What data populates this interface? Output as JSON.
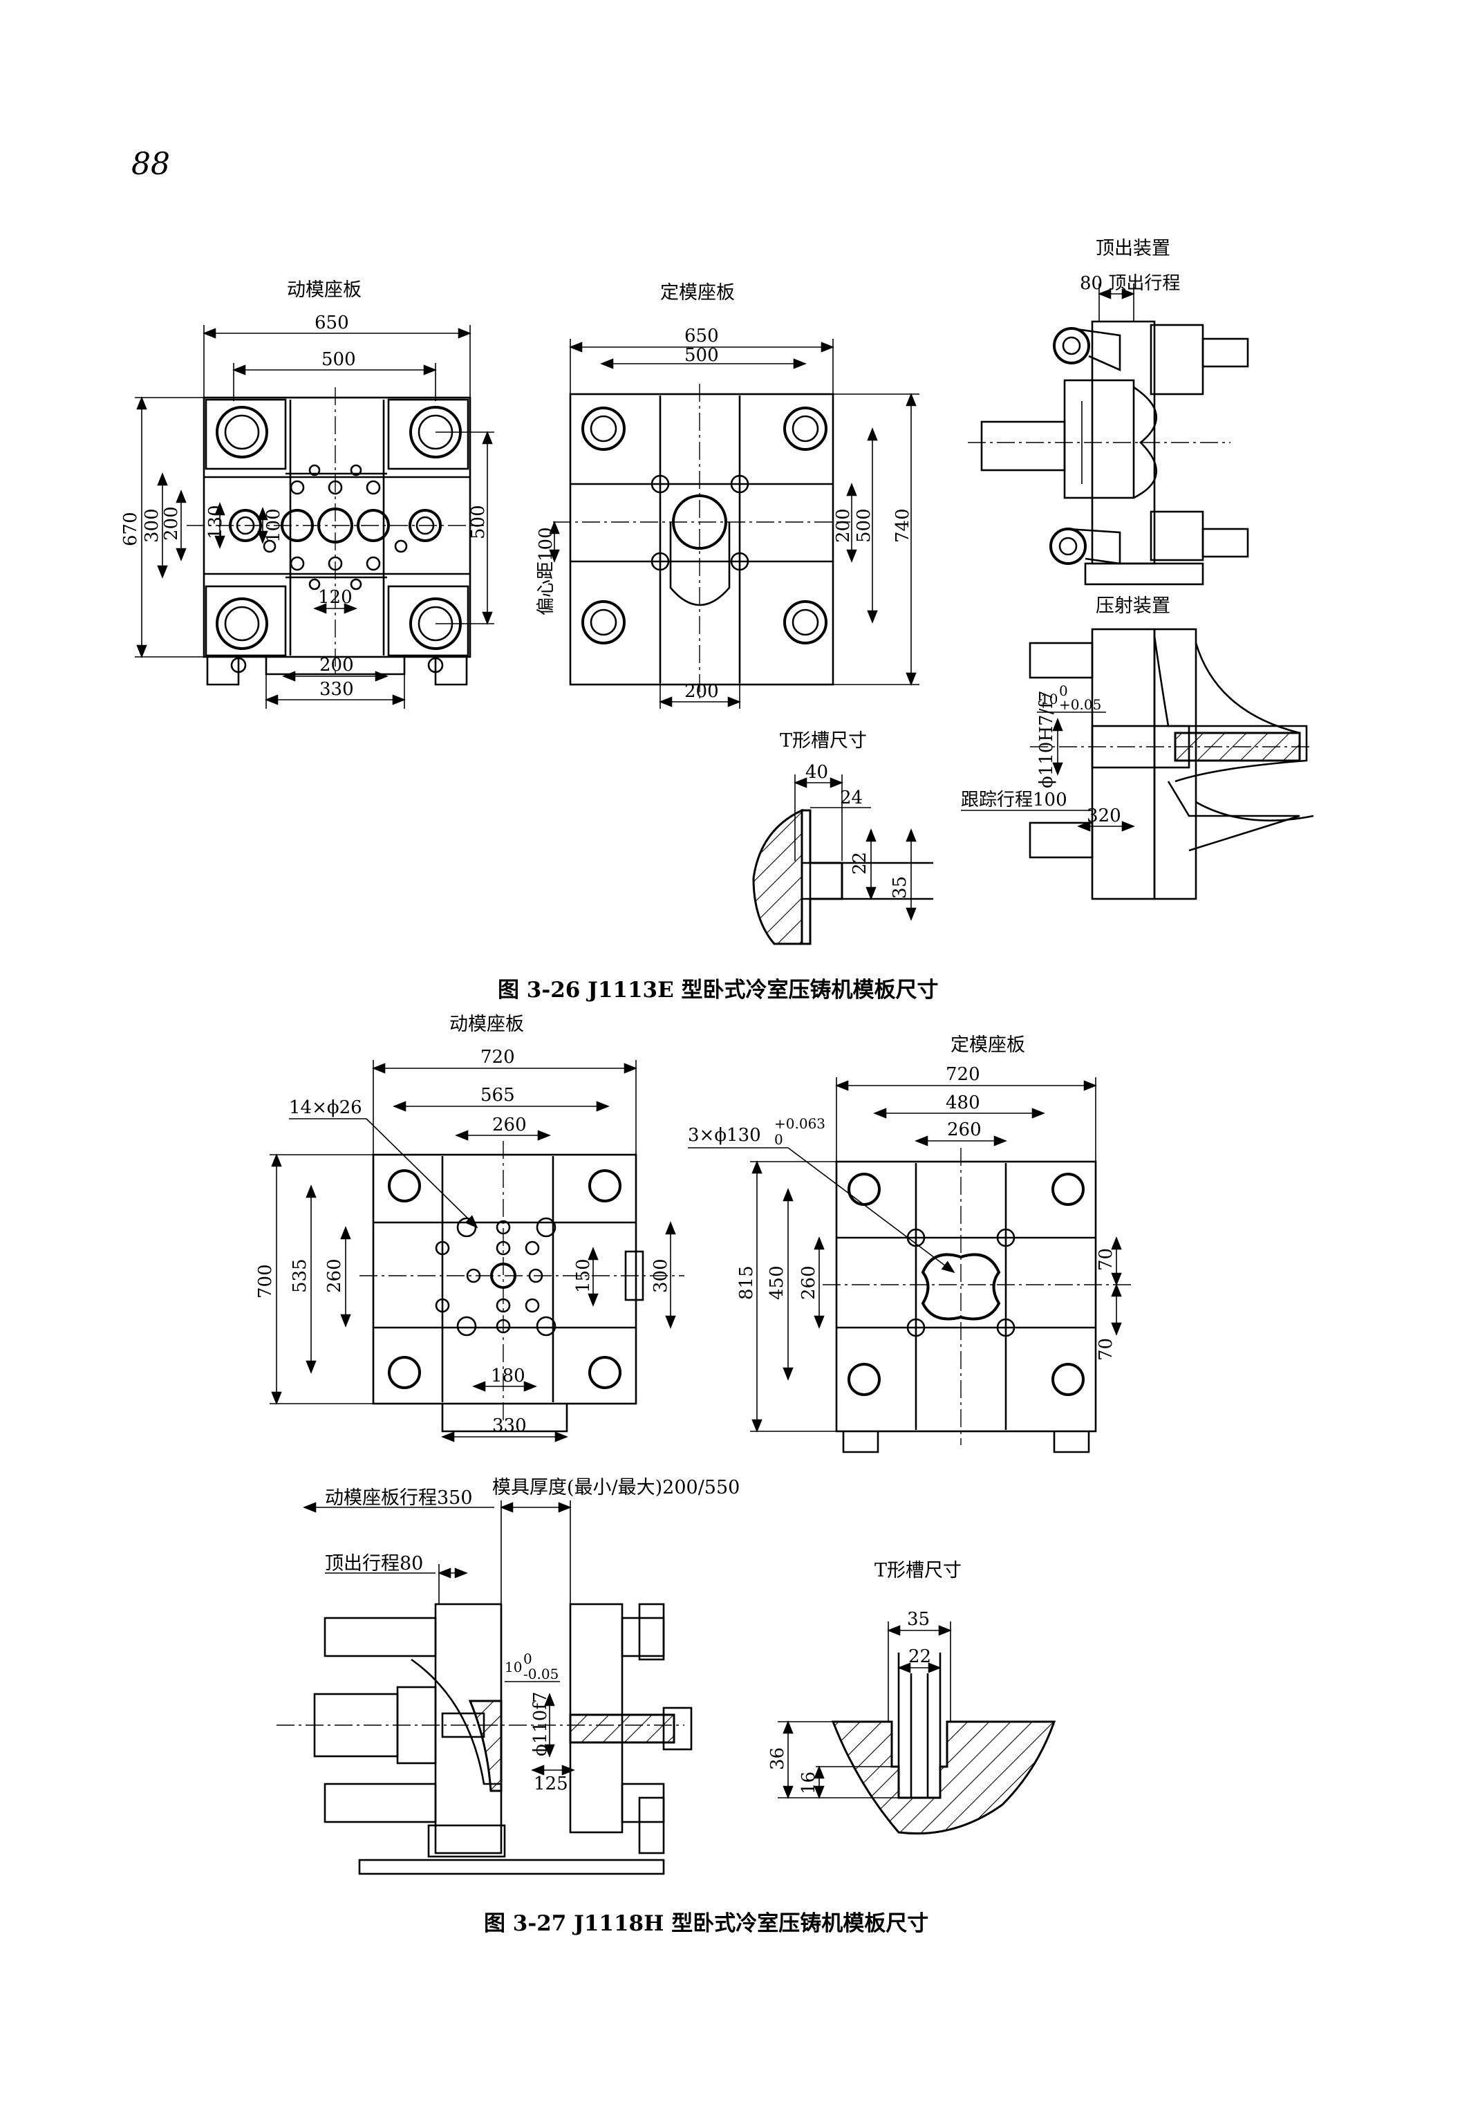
{
  "page_number": "88",
  "fig26": {
    "caption": "图 3-26   J1113E 型卧式冷室压铸机模板尺寸",
    "moving": {
      "title": "动模座板",
      "dims": {
        "w650": "650",
        "w500": "500",
        "h670": "670",
        "h300": "300",
        "h200": "200",
        "h130": "130",
        "h100": "100",
        "w120": "120",
        "h500": "500",
        "w200": "200",
        "w330": "330"
      }
    },
    "fixed": {
      "title": "定模座板",
      "dims": {
        "w650": "650",
        "w500": "500",
        "offset": "偏心距100",
        "h200": "200",
        "h500": "500",
        "h740": "740",
        "w200": "200"
      }
    },
    "ejector": {
      "title": "顶出装置",
      "stroke": "80 顶出行程"
    },
    "injection": {
      "title": "压射装置",
      "tol": "10",
      "tol_hi": "0",
      "tol_lo": "+0.05",
      "dia": "ϕ110H7/f7",
      "track": "跟踪行程100",
      "d320": "320"
    },
    "tslot": {
      "title": "T形槽尺寸",
      "d40": "40",
      "d24": "24",
      "d22": "22",
      "d35": "35"
    }
  },
  "fig27": {
    "caption": "图 3-27   J1118H 型卧式冷室压铸机模板尺寸",
    "moving": {
      "title": "动模座板",
      "holes": "14×ϕ26",
      "dims": {
        "w720": "720",
        "w565": "565",
        "w260": "260",
        "h700": "700",
        "h535": "535",
        "h260": "260",
        "h150": "150",
        "h300": "300",
        "w180": "180",
        "w330": "330"
      }
    },
    "fixed": {
      "title": "定模座板",
      "holes": "3×ϕ130",
      "holes_tol_hi": "+0.063",
      "holes_tol_lo": "0",
      "dims": {
        "w720": "720",
        "w480": "480",
        "w260": "260",
        "h815": "815",
        "h450": "450",
        "h260": "260",
        "h70a": "70",
        "h70b": "70"
      }
    },
    "machine": {
      "platen_stroke": "动模座板行程350",
      "die_thickness": "模具厚度(最小/最大)200/550",
      "eject_stroke": "顶出行程80",
      "tol": "10",
      "tol_hi": "0",
      "tol_lo": "-0.05",
      "dia": "ϕ110f7",
      "d125": "125"
    },
    "tslot": {
      "title": "T形槽尺寸",
      "d35": "35",
      "d22": "22",
      "d36": "36",
      "d16": "16"
    }
  }
}
